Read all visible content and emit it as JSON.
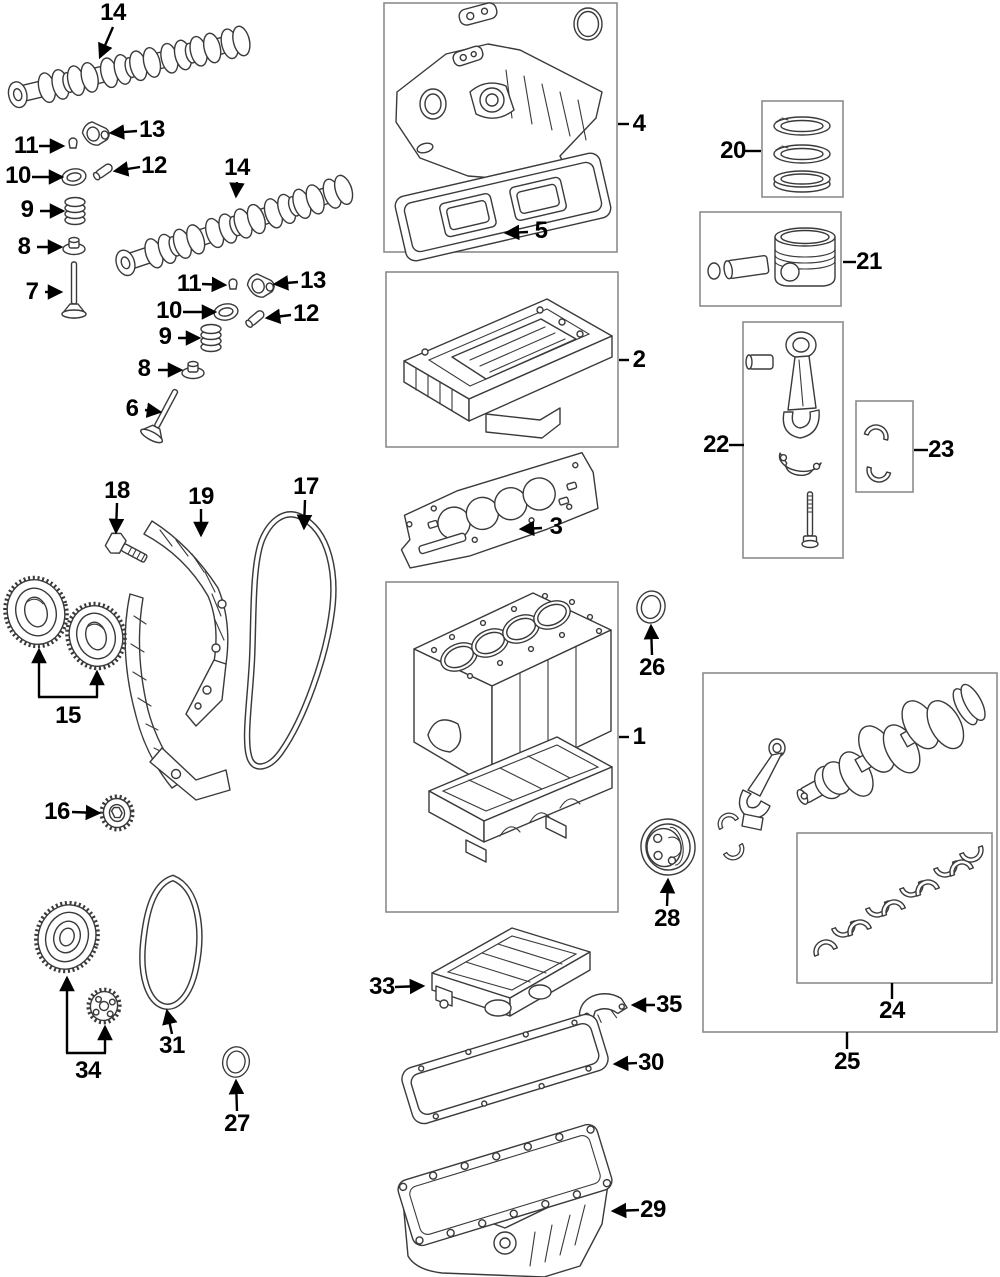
{
  "figure": {
    "kind": "engine-exploded-parts-diagram",
    "background": "#ffffff"
  },
  "colors": {
    "part_line": "#3a3a3a",
    "group_box": "#8c8c8c",
    "callout_text": "#000000",
    "leader_line": "#000000"
  },
  "callouts": [
    {
      "num": "14",
      "part": "camshaft-upper"
    },
    {
      "num": "13",
      "part": "rocker-arm-upper"
    },
    {
      "num": "11",
      "part": "valve-keeper-upper"
    },
    {
      "num": "10",
      "part": "spring-seat-upper"
    },
    {
      "num": "12",
      "part": "lash-adjuster-upper"
    },
    {
      "num": "9",
      "part": "valve-spring-upper"
    },
    {
      "num": "8",
      "part": "valve-stem-seal-upper"
    },
    {
      "num": "7",
      "part": "valve-intake"
    },
    {
      "num": "14",
      "part": "camshaft-lower"
    },
    {
      "num": "13",
      "part": "rocker-arm-lower"
    },
    {
      "num": "11",
      "part": "valve-keeper-lower"
    },
    {
      "num": "10",
      "part": "spring-seat-lower"
    },
    {
      "num": "12",
      "part": "lash-adjuster-lower"
    },
    {
      "num": "9",
      "part": "valve-spring-lower"
    },
    {
      "num": "8",
      "part": "valve-stem-seal-lower"
    },
    {
      "num": "6",
      "part": "valve-exhaust"
    },
    {
      "num": "4",
      "part": "valve-cover"
    },
    {
      "num": "5",
      "part": "valve-cover-gasket"
    },
    {
      "num": "2",
      "part": "cylinder-head"
    },
    {
      "num": "3",
      "part": "head-gasket"
    },
    {
      "num": "20",
      "part": "piston-ring-set"
    },
    {
      "num": "21",
      "part": "piston"
    },
    {
      "num": "22",
      "part": "connecting-rod"
    },
    {
      "num": "23",
      "part": "rod-bearings"
    },
    {
      "num": "18",
      "part": "guide-bolt"
    },
    {
      "num": "19",
      "part": "chain-guides"
    },
    {
      "num": "17",
      "part": "timing-chain"
    },
    {
      "num": "15",
      "part": "camshaft-sprockets"
    },
    {
      "num": "16",
      "part": "crankshaft-sprocket"
    },
    {
      "num": "1",
      "part": "engine-block"
    },
    {
      "num": "26",
      "part": "front-seal"
    },
    {
      "num": "28",
      "part": "crankshaft-pulley"
    },
    {
      "num": "24",
      "part": "main-bearing-set"
    },
    {
      "num": "25",
      "part": "crankshaft-assembly"
    },
    {
      "num": "34",
      "part": "balance-sprockets"
    },
    {
      "num": "31",
      "part": "balance-chain"
    },
    {
      "num": "27",
      "part": "shaft-seal"
    },
    {
      "num": "33",
      "part": "oil-pump"
    },
    {
      "num": "35",
      "part": "pump-bracket"
    },
    {
      "num": "30",
      "part": "oil-pan-gasket"
    },
    {
      "num": "29",
      "part": "oil-pan"
    }
  ]
}
